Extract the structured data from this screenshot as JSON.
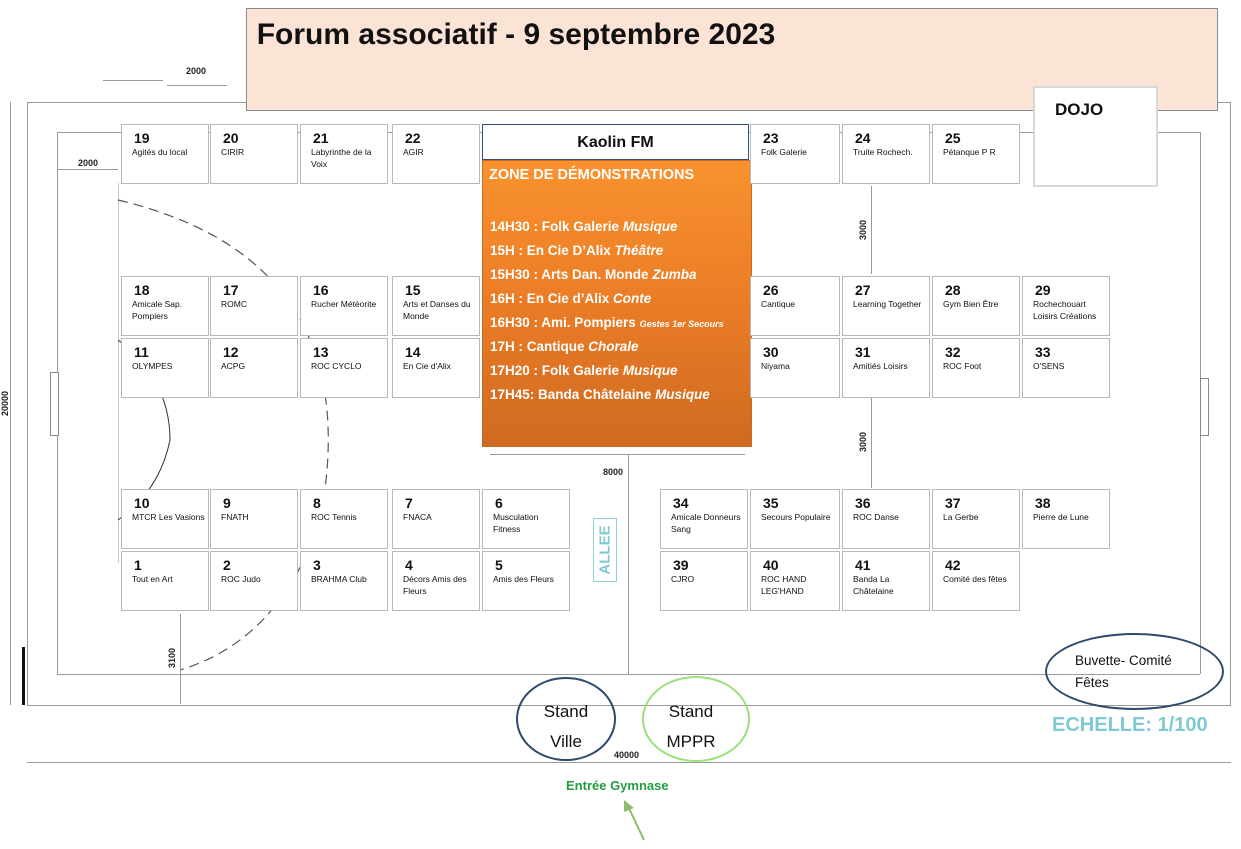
{
  "title": "Forum associatif - 9 septembre 2023",
  "kaolin": "Kaolin FM",
  "dojo": "DOJO",
  "demo": {
    "title": "ZONE DE DÉMONSTRATIONS",
    "items": [
      {
        "time": "14H30 : Folk Galerie ",
        "act": "Musique"
      },
      {
        "time": "15H : En Cie D’Alix ",
        "act": "Théâtre"
      },
      {
        "time": "15H30 : Arts Dan. Monde ",
        "act": "Zumba"
      },
      {
        "time": "16H : En Cie d’Alix ",
        "act": "Conte"
      },
      {
        "time": "16H30 : Ami. Pompiers ",
        "act": "Gestes 1er Secours"
      },
      {
        "time": "17H : Cantique ",
        "act": "Chorale"
      },
      {
        "time": "17H20 : Folk Galerie ",
        "act": "Musique"
      },
      {
        "time": "17H45: Banda Châtelaine ",
        "act": "Musique"
      }
    ]
  },
  "booths": [
    {
      "num": "19",
      "label": "Agités du local"
    },
    {
      "num": "20",
      "label": "CIRIR"
    },
    {
      "num": "21",
      "label": "Labyrinthe de la Voix"
    },
    {
      "num": "22",
      "label": "AGIR"
    },
    {
      "num": "23",
      "label": "Folk Galerie"
    },
    {
      "num": "24",
      "label": "Truite Rochech."
    },
    {
      "num": "25",
      "label": "Pétanque P R"
    },
    {
      "num": "18",
      "label": "Amicale Sap. Pompiers"
    },
    {
      "num": "17",
      "label": "ROMC"
    },
    {
      "num": "16",
      "label": "Rucher Météorite"
    },
    {
      "num": "15",
      "label": "Arts et Danses du Monde"
    },
    {
      "num": "26",
      "label": "Cantique"
    },
    {
      "num": "27",
      "label": "Learning Together"
    },
    {
      "num": "28",
      "label": "Gym Bien Être"
    },
    {
      "num": "29",
      "label": "Rochechouart Loisirs Créations"
    },
    {
      "num": "11",
      "label": "OLYMPES"
    },
    {
      "num": "12",
      "label": "ACPG"
    },
    {
      "num": "13",
      "label": "ROC CYCLO"
    },
    {
      "num": "14",
      "label": "En Cie d'Alix"
    },
    {
      "num": "30",
      "label": "Niyama"
    },
    {
      "num": "31",
      "label": "Amitiés Loisirs"
    },
    {
      "num": "32",
      "label": "ROC Foot"
    },
    {
      "num": "33",
      "label": "O'SENS"
    },
    {
      "num": "10",
      "label": "MTCR Les Vasions"
    },
    {
      "num": "9",
      "label": "FNATH"
    },
    {
      "num": "8",
      "label": "ROC Tennis"
    },
    {
      "num": "7",
      "label": "FNACA"
    },
    {
      "num": "6",
      "label": "Musculation Fitness"
    },
    {
      "num": "34",
      "label": "Amicale Donneurs Sang"
    },
    {
      "num": "35",
      "label": "Secours Populaire"
    },
    {
      "num": "36",
      "label": "ROC Danse"
    },
    {
      "num": "37",
      "label": "La Gerbe"
    },
    {
      "num": "38",
      "label": "Pierre de Lune"
    },
    {
      "num": "1",
      "label": "Tout en Art"
    },
    {
      "num": "2",
      "label": "ROC Judo"
    },
    {
      "num": "3",
      "label": "BRAHMA Club"
    },
    {
      "num": "4",
      "label": "Décors Amis des Fleurs"
    },
    {
      "num": "5",
      "label": "Amis des Fleurs"
    },
    {
      "num": "39",
      "label": "CJRO"
    },
    {
      "num": "40",
      "label": "ROC HAND LEG'HAND"
    },
    {
      "num": "41",
      "label": "Banda La Châtelaine"
    },
    {
      "num": "42",
      "label": "Comité des fêtes"
    }
  ],
  "dims": {
    "top": "2000",
    "left": "2000",
    "v3000a": "3000",
    "v3000b": "3000",
    "h8000": "8000",
    "v20000": "20000",
    "v3100": "3100",
    "h40000": "40000"
  },
  "allee": "ALLEE",
  "stand_ville": "Stand Ville",
  "stand_mppr": "Stand MPPR",
  "buvette": "Buvette- Comité Fêtes",
  "echelle": "ECHELLE: 1/100",
  "entree": "Entrée Gymnase",
  "colors": {
    "demo": "#f08a2c",
    "title_bg": "#fbe4d5",
    "entree": "#1f9e3f",
    "echelle": "#7fcad2"
  }
}
